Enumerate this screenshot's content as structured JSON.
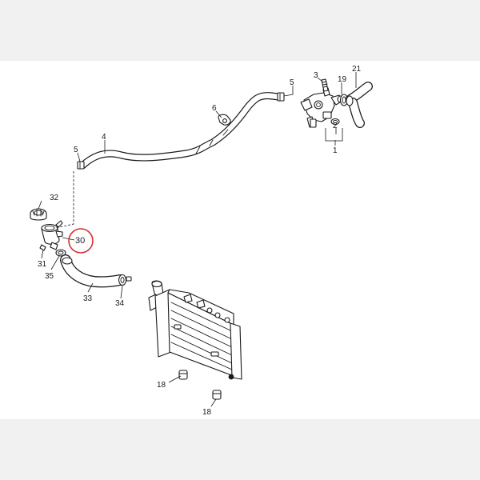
{
  "diagram": {
    "highlight_color": "#d32f2f",
    "highlighted_part": "30",
    "callouts": [
      {
        "id": "21",
        "label": "21"
      },
      {
        "id": "19",
        "label": "19"
      },
      {
        "id": "3",
        "label": "3"
      },
      {
        "id": "5a",
        "label": "5"
      },
      {
        "id": "6",
        "label": "6"
      },
      {
        "id": "2",
        "label": "2"
      },
      {
        "id": "1",
        "label": "1"
      },
      {
        "id": "4",
        "label": "4"
      },
      {
        "id": "5b",
        "label": "5"
      },
      {
        "id": "32",
        "label": "32"
      },
      {
        "id": "30",
        "label": "30"
      },
      {
        "id": "31",
        "label": "31"
      },
      {
        "id": "35",
        "label": "35"
      },
      {
        "id": "33",
        "label": "33"
      },
      {
        "id": "34",
        "label": "34"
      },
      {
        "id": "18a",
        "label": "18"
      },
      {
        "id": "18b",
        "label": "18"
      }
    ]
  }
}
